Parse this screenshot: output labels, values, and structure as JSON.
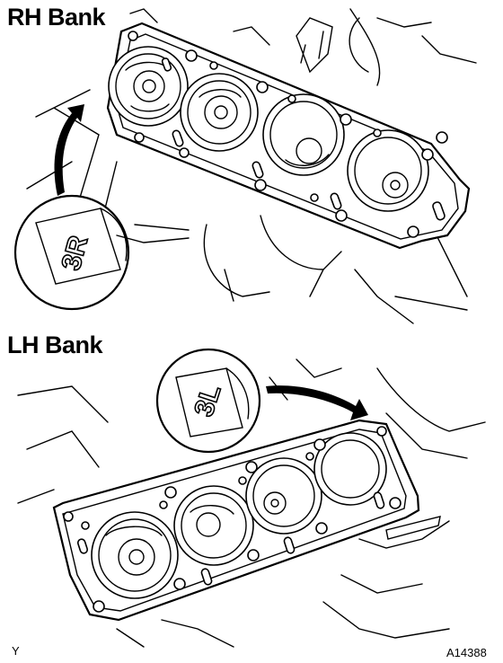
{
  "rh_bank": {
    "heading": "RH Bank",
    "stamp": "3R"
  },
  "lh_bank": {
    "heading": "LH Bank",
    "stamp": "3L"
  },
  "footer": {
    "corner_code": "Y",
    "figure_code": "A14388"
  },
  "icons": {
    "rh_arrow": "curved-arrow-icon",
    "lh_arrow": "curved-arrow-icon"
  }
}
